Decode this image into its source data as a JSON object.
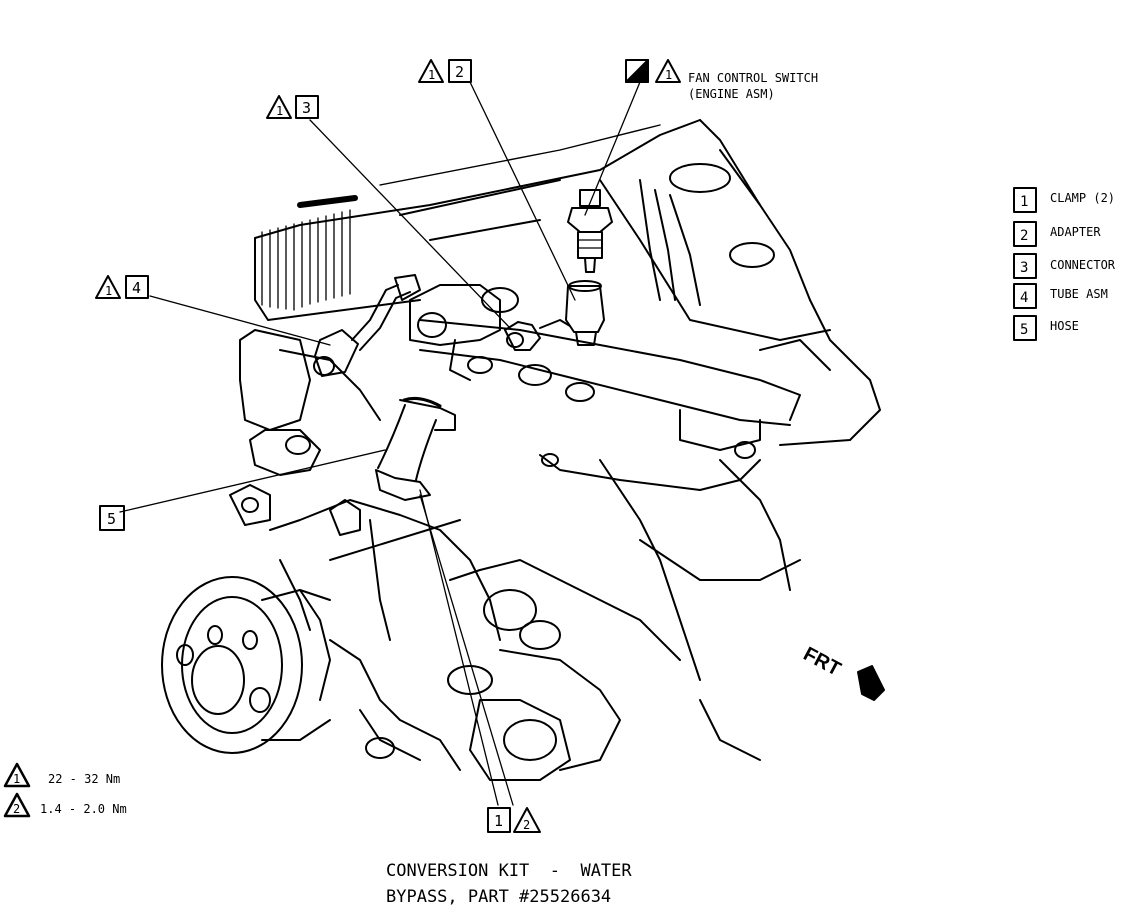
{
  "callouts": {
    "c1": "1",
    "c2": "2",
    "c3": "3",
    "c4": "4",
    "c5": "5",
    "torque_tag_1": "1",
    "torque_tag_2": "2"
  },
  "fan_switch": {
    "line1": "FAN CONTROL SWITCH",
    "line2": "(ENGINE ASM)"
  },
  "legend": [
    {
      "num": "1",
      "label": "CLAMP (2)"
    },
    {
      "num": "2",
      "label": "ADAPTER"
    },
    {
      "num": "3",
      "label": "CONNECTOR"
    },
    {
      "num": "4",
      "label": "TUBE ASM"
    },
    {
      "num": "5",
      "label": "HOSE"
    }
  ],
  "torque": [
    {
      "tag": "1",
      "value": "22 - 32  Nm"
    },
    {
      "tag": "2",
      "value": "1.4 - 2.0  Nm"
    }
  ],
  "front_label": "FRT",
  "caption": {
    "line1": "CONVERSION KIT  -  WATER",
    "line2": "BYPASS, PART #25526634"
  }
}
